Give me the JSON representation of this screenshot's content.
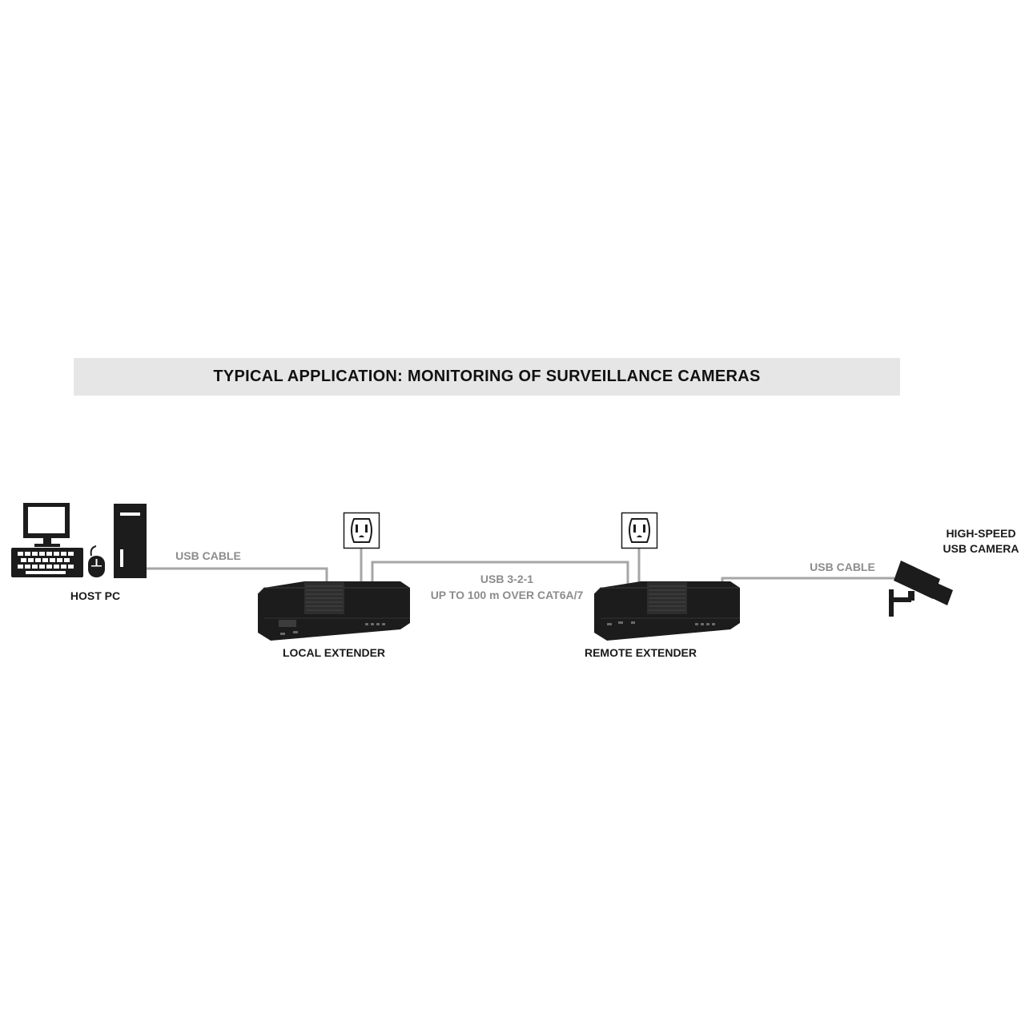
{
  "title": "TYPICAL APPLICATION: MONITORING OF SURVEILLANCE CAMERAS",
  "labels": {
    "host_pc": "HOST PC",
    "usb_cable_left": "USB CABLE",
    "local_extender": "LOCAL EXTENDER",
    "link_line1": "USB 3-2-1",
    "link_line2": "UP TO 100 m OVER CAT6A/7",
    "remote_extender": "REMOTE EXTENDER",
    "usb_cable_right": "USB CABLE",
    "camera_line1": "HIGH-SPEED",
    "camera_line2": "USB CAMERA"
  },
  "colors": {
    "device": "#1c1c1c",
    "cable": "#a6a6a6",
    "banner": "#e6e6e6",
    "label_dark": "#1a1a1a",
    "label_grey": "#8c8c8c"
  }
}
